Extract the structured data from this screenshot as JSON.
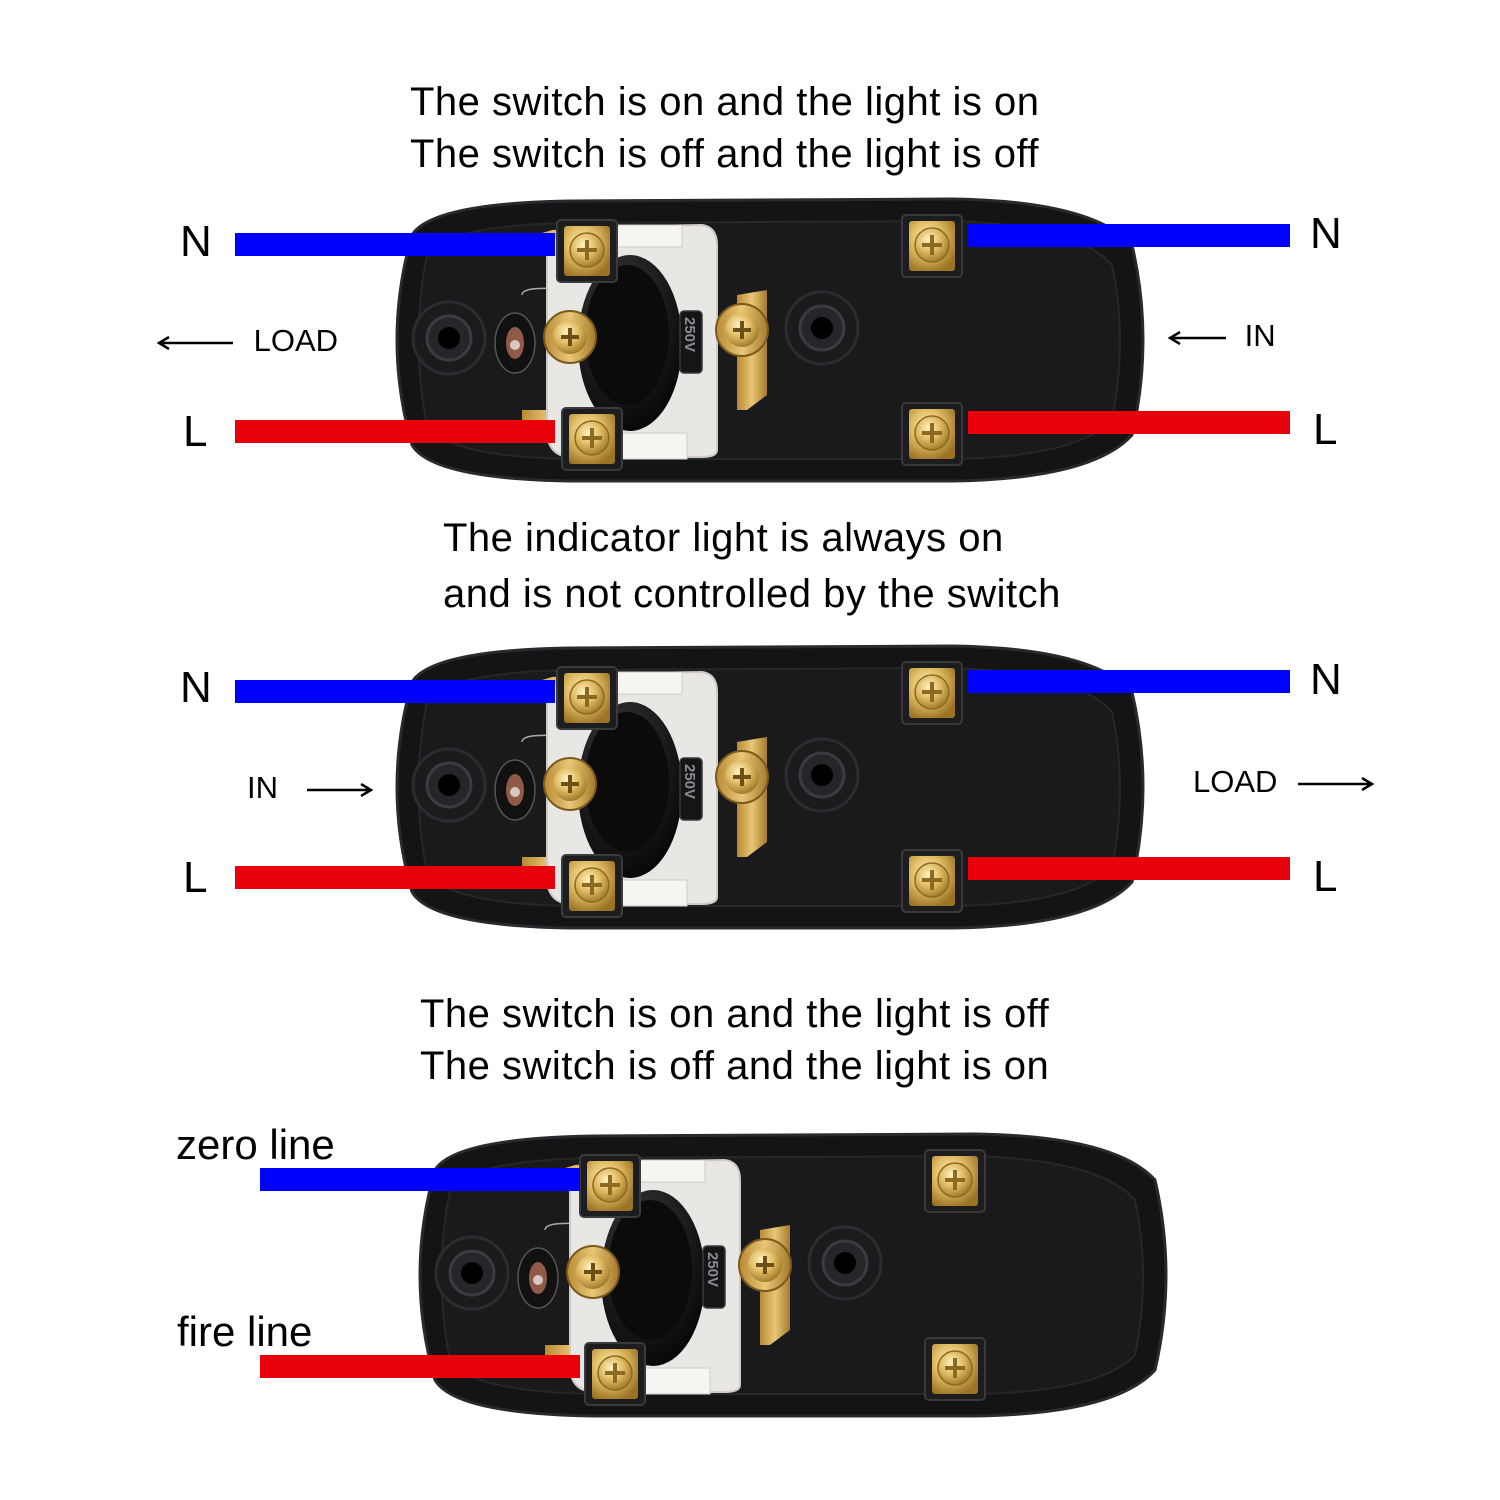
{
  "colors": {
    "neutral_wire": "#0000ff",
    "live_wire": "#e8000b",
    "switch_body": "#141416",
    "terminal": "#d7b25a"
  },
  "switch_marking": "250V",
  "diagram1": {
    "caption_line1": "The switch is on and the light is on",
    "caption_line2": "The switch is off and the light is off",
    "left_n": "N",
    "left_l": "L",
    "right_n": "N",
    "right_l": "L",
    "left_side": "LOAD",
    "right_side": "IN",
    "left_arrow": "arrow-left-icon",
    "right_arrow": "arrow-left-icon"
  },
  "diagram2": {
    "caption_line1": "The indicator light is always on",
    "caption_line2": "and is not controlled by the switch",
    "left_n": "N",
    "left_l": "L",
    "right_n": "N",
    "right_l": "L",
    "left_side": "IN",
    "right_side": "LOAD",
    "left_arrow": "arrow-right-icon",
    "right_arrow": "arrow-right-icon"
  },
  "diagram3": {
    "caption_line1": "The switch is on and the light is off",
    "caption_line2": "The switch is off and the light is on",
    "zero_line": "zero line",
    "fire_line": "fire line"
  }
}
